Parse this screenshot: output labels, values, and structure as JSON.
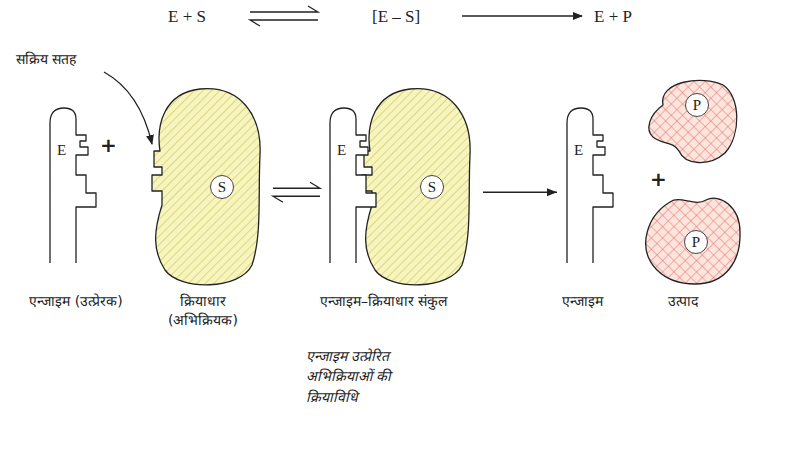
{
  "diagram": {
    "caption": "एन्जाइम उत्प्रेरित अभिक्रियाओं की क्रियाविधि",
    "nodes": [
      {
        "text": [
          "E"
        ]
      },
      {
        "text": [
          "S"
        ]
      },
      {
        "text": [
          "E"
        ]
      },
      {
        "text": [
          "S"
        ]
      },
      {
        "text": [
          "E"
        ]
      },
      {
        "text": [
          "P"
        ]
      },
      {
        "text": [
          "P"
        ]
      }
    ],
    "edges": [
      {
        "from": 1,
        "to": 2,
        "arrow": "both"
      },
      {
        "from": 3,
        "to": 4,
        "arrow": "to"
      }
    ],
    "labels": [
      "E + S",
      "[E – S]",
      "E + P",
      "सक्रिय सतह",
      "+",
      "+",
      "एन्जाइम (उत्प्रेरक)",
      "क्रियाधार (अभिक्रियक)",
      "एन्जाइम–क्रियाधार संकुल",
      "एन्जाइम",
      "उत्पाद"
    ]
  }
}
